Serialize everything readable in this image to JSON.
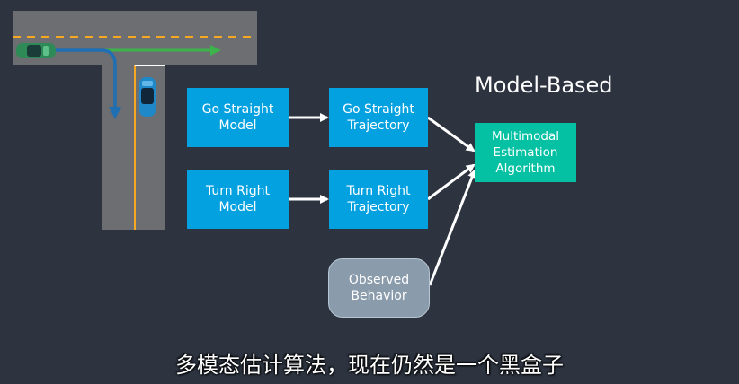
{
  "heading": "Model-Based",
  "subtitle": "多模态估计算法，现在仍然是一个黑盒子",
  "nodes": {
    "go_straight_model": "Go Straight\nModel",
    "go_straight_trajectory": "Go Straight\nTrajectory",
    "turn_right_model": "Turn Right\nModel",
    "turn_right_trajectory": "Turn Right\nTrajectory",
    "observed_behavior": "Observed\nBehavior",
    "multimodal_algorithm": "Multimodal\nEstimation\nAlgorithm"
  },
  "edges": [
    {
      "from": "go_straight_model",
      "to": "go_straight_trajectory"
    },
    {
      "from": "turn_right_model",
      "to": "turn_right_trajectory"
    },
    {
      "from": "go_straight_trajectory",
      "to": "multimodal_algorithm"
    },
    {
      "from": "turn_right_trajectory",
      "to": "multimodal_algorithm"
    },
    {
      "from": "observed_behavior",
      "to": "multimodal_algorithm"
    }
  ],
  "colors": {
    "background": "#2d3440",
    "model_box": "#04a1e0",
    "algorithm_box": "#05c1a4",
    "observed_box": "#8a9bab",
    "road": "#6d6e71",
    "lane_dashed": "#f7a823",
    "car_green": "#2e8b57",
    "car_blue": "#1e88c8",
    "path_blue": "#1f6fb2",
    "path_green": "#3cb44b"
  },
  "icons": [
    "green-car-icon",
    "blue-car-icon",
    "turn-path-arrow-icon",
    "straight-path-arrow-icon"
  ]
}
